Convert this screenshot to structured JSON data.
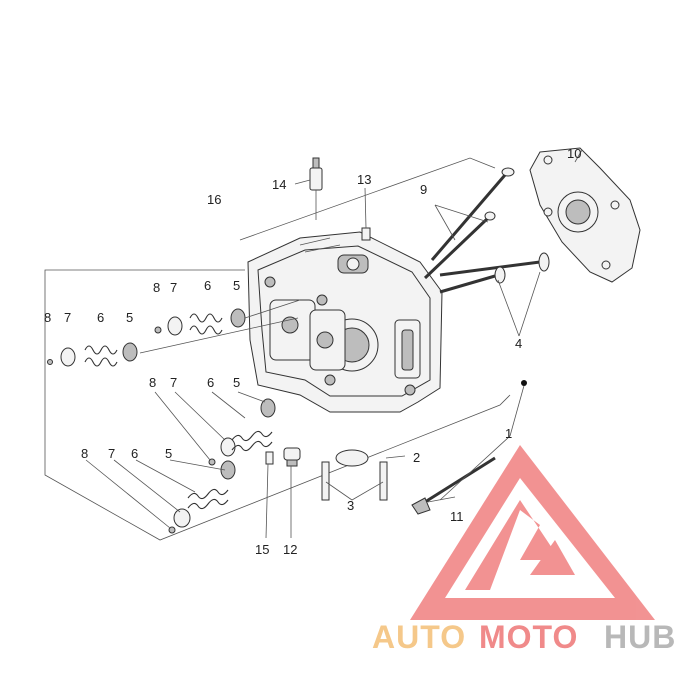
{
  "callouts": {
    "c1": "1",
    "c2": "2",
    "c3": "3",
    "c4": "4",
    "c5a": "5",
    "c5b": "5",
    "c5c": "5",
    "c5d": "5",
    "c6a": "6",
    "c6b": "6",
    "c6c": "6",
    "c6d": "6",
    "c7a": "7",
    "c7b": "7",
    "c7c": "7",
    "c7d": "7",
    "c8a": "8",
    "c8b": "8",
    "c8c": "8",
    "c8d": "8",
    "c9": "9",
    "c10": "10",
    "c11": "11",
    "c12": "12",
    "c13": "13",
    "c14": "14",
    "c15": "15",
    "c16": "16"
  },
  "watermark": {
    "part1": "AUTO",
    "part2": "MOTO",
    "part3": "HUB",
    "colors": {
      "auto": "#f5c88a",
      "moto": "#f08a8a",
      "hub": "#b8b8b8",
      "triangle": "#f08080"
    }
  }
}
